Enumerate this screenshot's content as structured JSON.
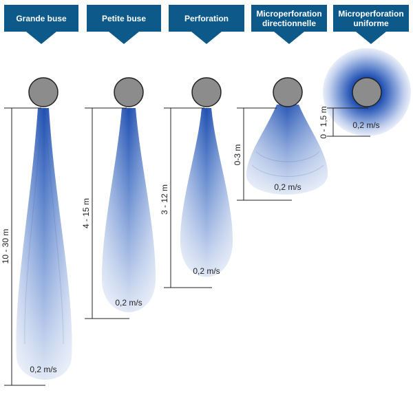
{
  "columns": [
    {
      "title": "Grande buse",
      "range": "10 - 30 m",
      "velocity": "0,2 m/s"
    },
    {
      "title": "Petite buse",
      "range": "4 - 15 m",
      "velocity": "0,2 m/s"
    },
    {
      "title": "Perforation",
      "range": "3 - 12 m",
      "velocity": "0,2 m/s"
    },
    {
      "title": "Microperforation directionnelle",
      "title_lines": [
        "Microperforation",
        "directionnelle"
      ],
      "range": "0-3 m",
      "velocity": "0,2 m/s"
    },
    {
      "title": "Microperforation uniforme",
      "title_lines": [
        "Microperforation",
        "uniforme"
      ],
      "range": "0 - 1,5 m",
      "velocity": "0,2 m/s"
    }
  ],
  "colors": {
    "header": "#0d5a8a",
    "jet_core": "#1f4fb0",
    "jet_edge": "#dbe4f3",
    "nozzle": "#8c8c8c"
  }
}
